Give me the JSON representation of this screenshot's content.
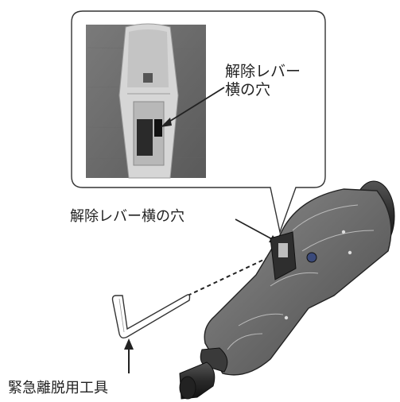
{
  "inset_callout": {
    "line1": "解除レバー",
    "line2": "横の穴"
  },
  "hole_label": "解除レバー横の穴",
  "tool_label": "緊急離脱用工具",
  "colors": {
    "outline": "#333333",
    "photo_bg": "#6e6e6e",
    "device_dark": "#3a3a3a",
    "device_light": "#d9d9d9"
  },
  "icons": [
    "arrow-icon",
    "hex-key-icon",
    "dashed-line-icon"
  ]
}
